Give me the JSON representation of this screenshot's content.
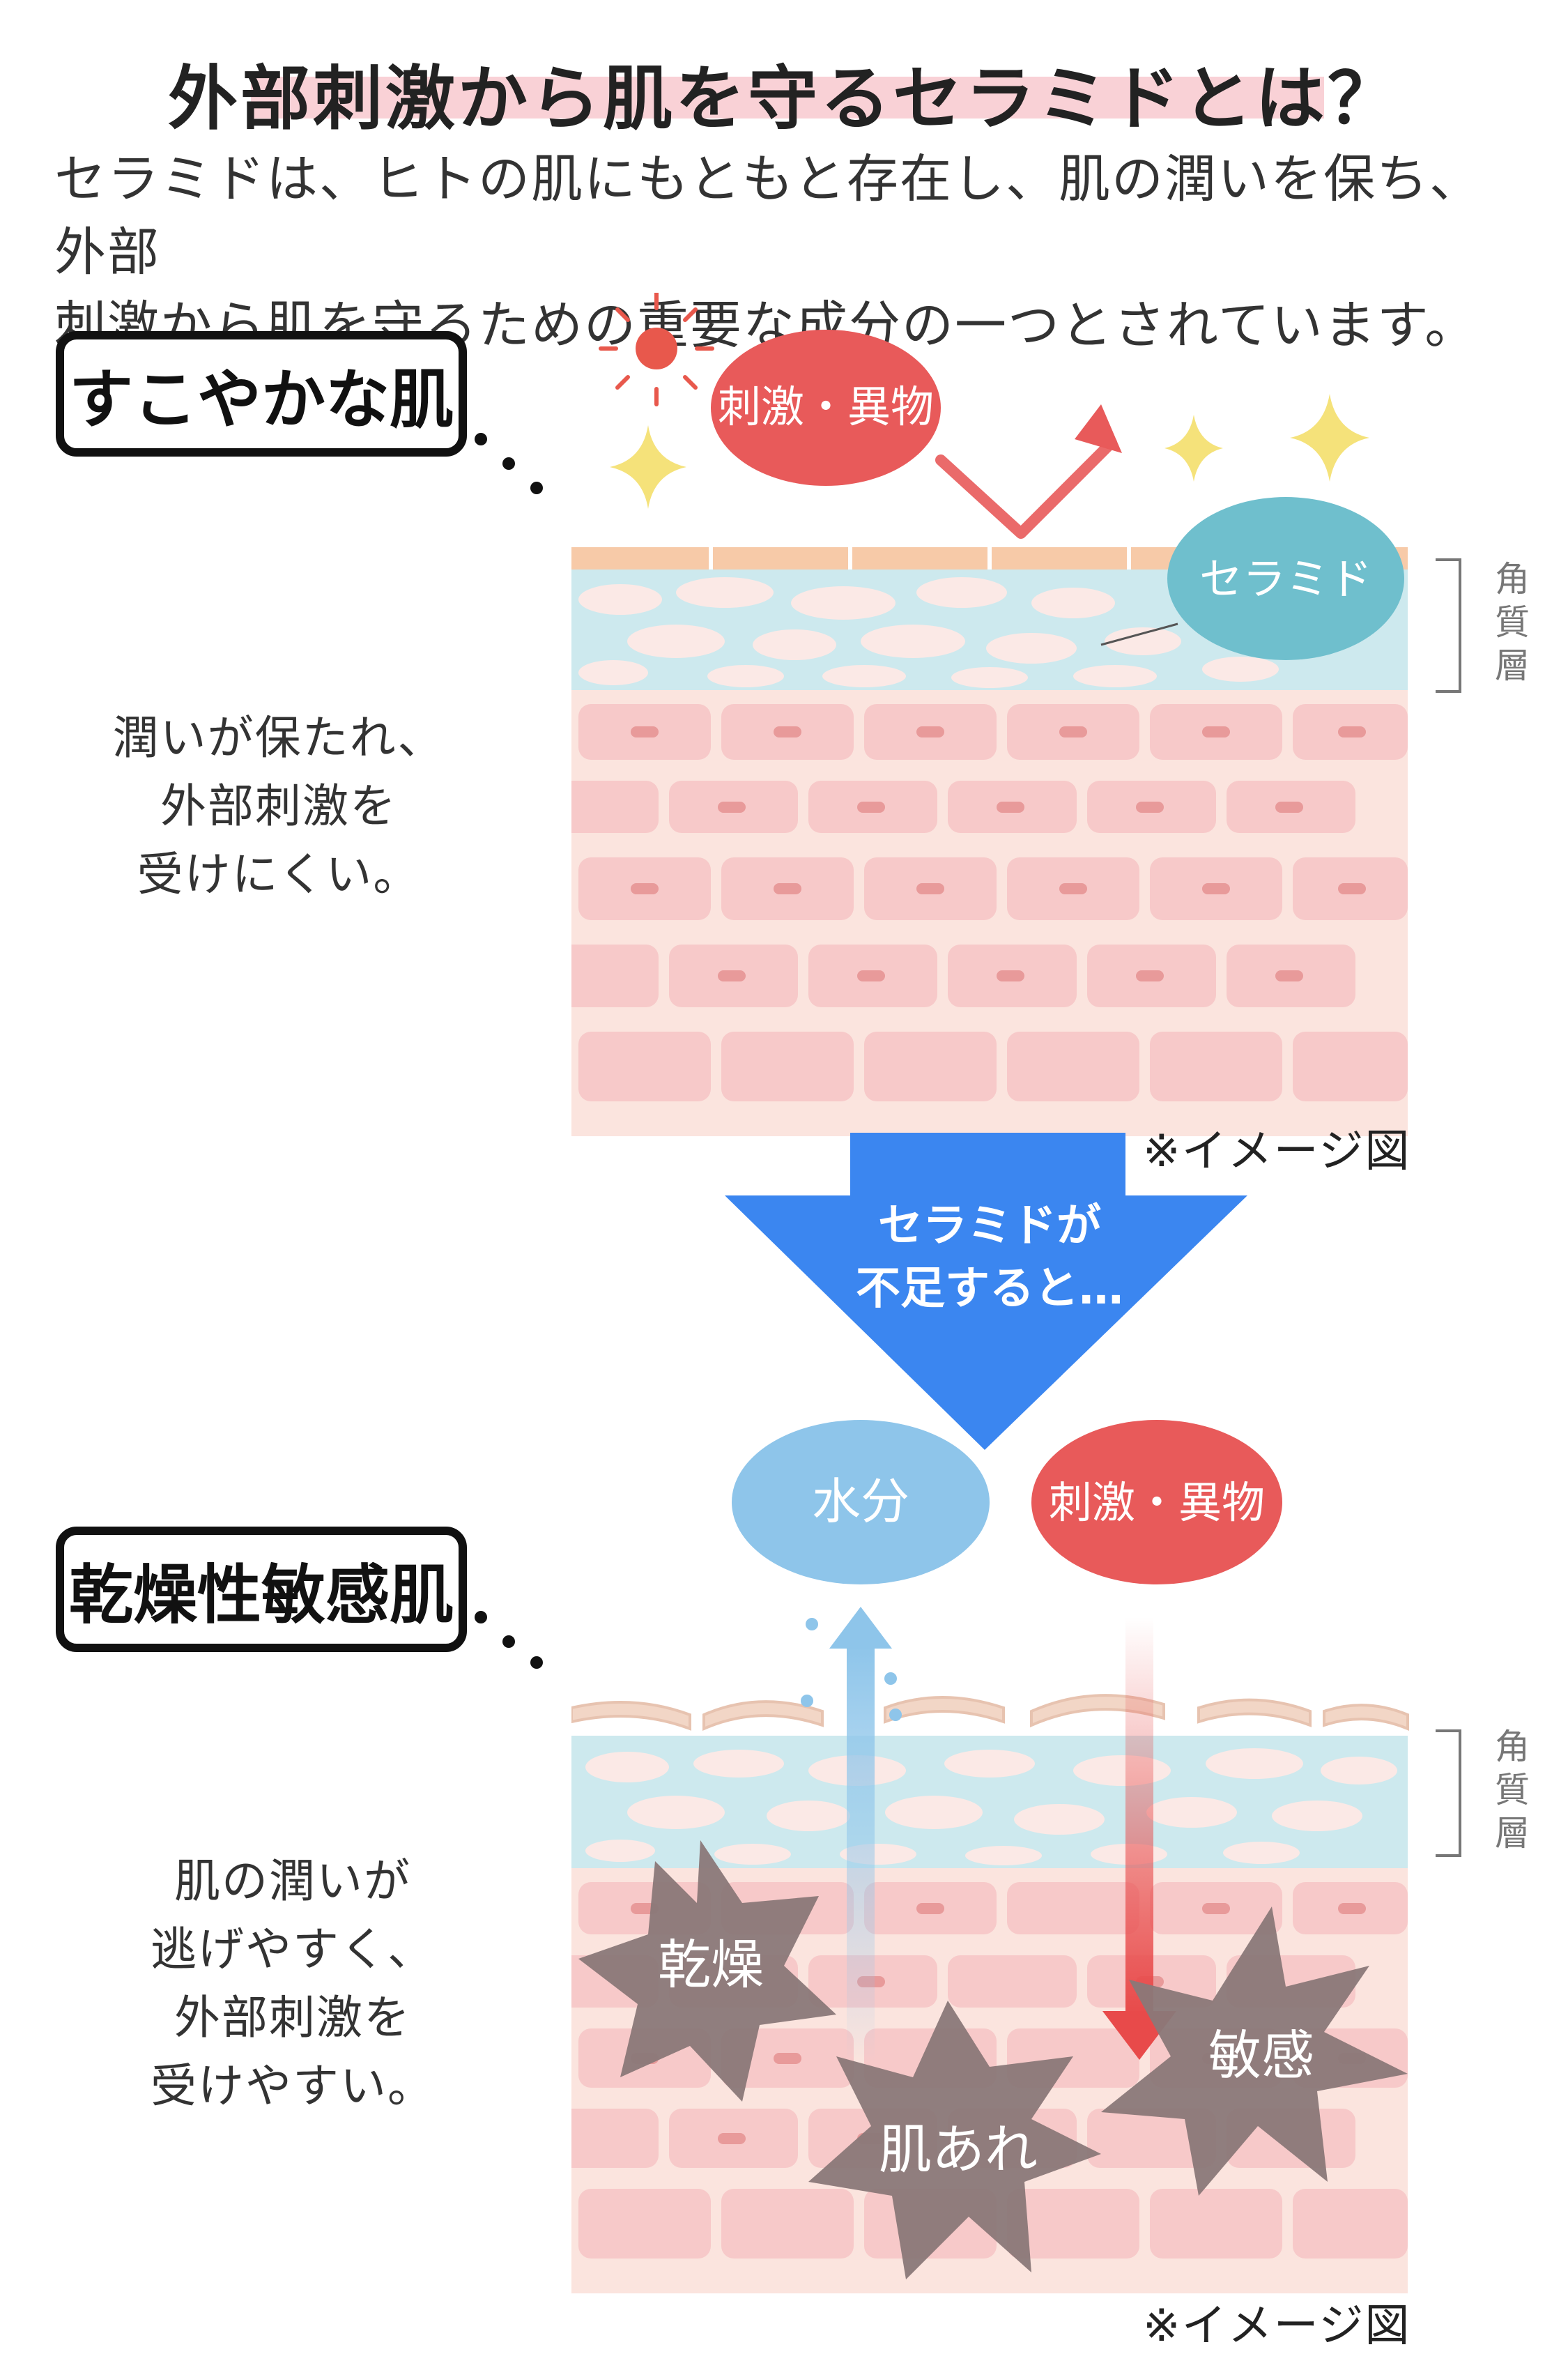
{
  "title": "外部刺激から肌を守るセラミドとは？",
  "intro": {
    "line1": "セラミドは、ヒトの肌にもともと存在し、肌の潤いを保ち、外部",
    "line2": "刺激から肌を守るための重要な成分の一つとされています。"
  },
  "healthy": {
    "label": "すこやかな肌",
    "desc": [
      "潤いが保たれ、",
      "外部刺激を",
      "受けにくい。"
    ],
    "irritant": "刺激・異物",
    "ceramide": "セラミド",
    "layer_label": [
      "角",
      "質",
      "層"
    ],
    "note": "※イメージ図"
  },
  "arrow": {
    "line1": "セラミドが",
    "line2": "不足すると…"
  },
  "dry": {
    "label": "乾燥性敏感肌",
    "desc": [
      "肌の潤いが",
      "逃げやすく、",
      "外部刺激を",
      "受けやすい。"
    ],
    "water": "水分",
    "irritant": "刺激・異物",
    "layer_label": [
      "角",
      "質",
      "層"
    ],
    "bursts": [
      "乾燥",
      "肌あれ",
      "敏感"
    ],
    "note": "※イメージ図"
  },
  "colors": {
    "title_highlight": "#f7c6cc",
    "irritant_red": "#e85a5a",
    "ceramide_teal": "#6fbfcd",
    "water_blue": "#8ec5ea",
    "arrow_blue": "#3b86f0",
    "burst_gray": "#8a7878",
    "stratum_blue": "#cde9ee",
    "dermis_pink": "#f7c9c9",
    "sparkle_yellow": "#f5e27a",
    "sun_red": "#e8584c"
  }
}
